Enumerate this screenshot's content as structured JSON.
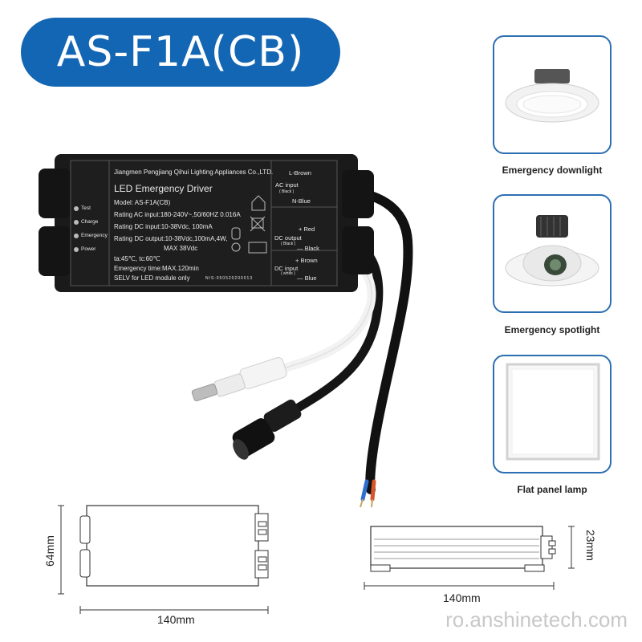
{
  "title": "AS-F1A(CB)",
  "driver": {
    "company": "Jiangmen Pengjiang Qihui Lighting Appliances Co.,LTD.",
    "product": "LED Emergency Driver",
    "model": "Model: AS-F1A(CB)",
    "ac_input": "Rating AC input:180-240V~,50/60HZ 0.016A",
    "dc_input": "Rating DC input:10-38Vdc, 100mA",
    "dc_output": "Rating DC output:10-38Vdc,100mA,4W,",
    "max_v": "MAX 38Vdc",
    "temps": "ta:45℃,  tc:60℃",
    "emergency_time": "Emergency time:MAX.120min",
    "selv": "SELV for LED module only",
    "serial": "N/S:050520200013",
    "indicators": [
      "Test",
      "Charge",
      "Emergency",
      "Power"
    ],
    "terminals": {
      "l_brown": "L-Brown",
      "ac_input": "AC input",
      "ac_black": "( Black )",
      "n_blue": "N-Blue",
      "plus_red": "+ Red",
      "dc_output": "DC output",
      "dc_out_black_paren": "( Black )",
      "minus_black": "— Black",
      "plus_brown": "+ Brown",
      "dc_input": "DC input",
      "dc_in_white": "( white )",
      "minus_blue": "— Blue"
    }
  },
  "applications": [
    {
      "label": "Emergency downlight",
      "icon": "downlight-icon"
    },
    {
      "label": "Emergency spotlight",
      "icon": "spotlight-icon"
    },
    {
      "label": "Flat panel lamp",
      "icon": "panel-lamp-icon"
    }
  ],
  "dimensions": {
    "top_height": "64mm",
    "top_width": "140mm",
    "side_height": "23mm",
    "side_width": "140mm"
  },
  "watermark": "ro.anshinetech.com",
  "colors": {
    "title_bg": "#1366b3",
    "card_border": "#2d6fb3",
    "driver_body": "#1a1a1a"
  }
}
